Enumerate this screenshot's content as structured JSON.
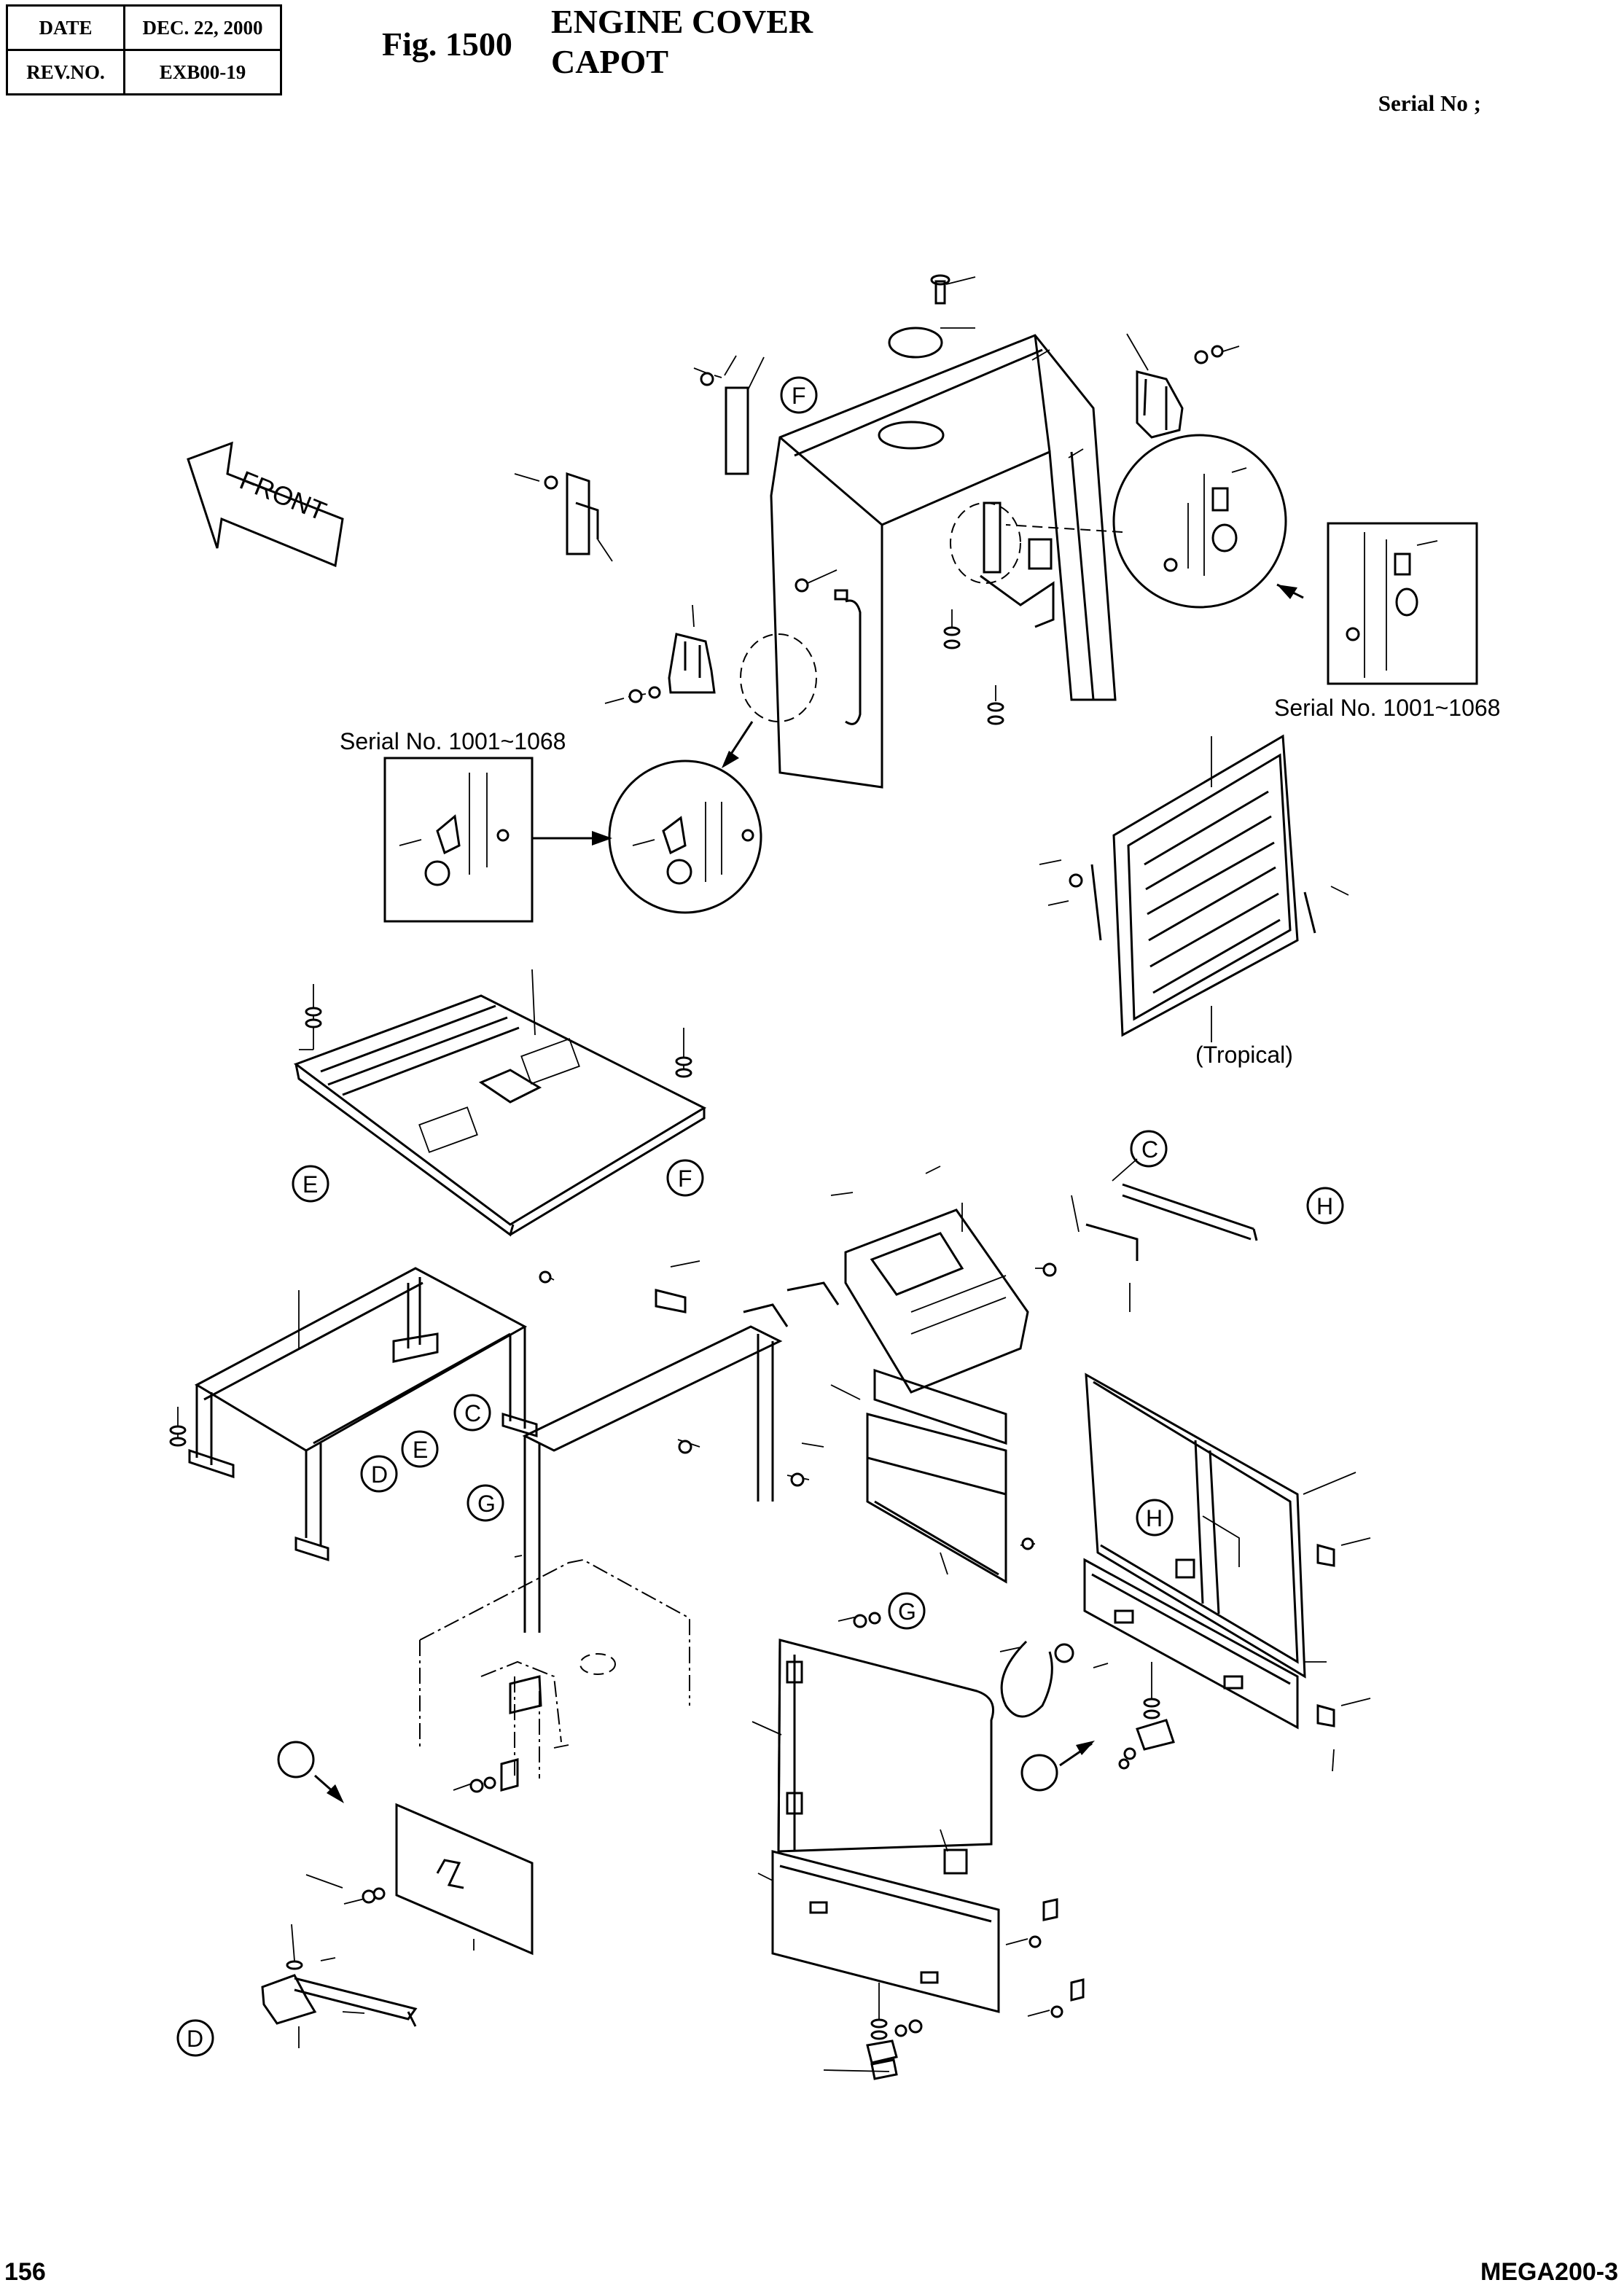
{
  "header": {
    "date_label": "DATE",
    "date_value": "DEC. 22, 2000",
    "rev_label": "REV.NO.",
    "rev_value": "EXB00-19"
  },
  "figure": {
    "number": "Fig. 1500",
    "title_line1": "ENGINE COVER",
    "title_line2": "CAPOT",
    "serial": "Serial No ;"
  },
  "callouts": {
    "front": "FRONT",
    "serial_left": "Serial No. 1001~1068",
    "serial_right": "Serial No. 1001~1068",
    "tropical": "(Tropical)",
    "markers": [
      "F",
      "E",
      "F",
      "C",
      "H",
      "C",
      "D",
      "E",
      "G",
      "H",
      "G",
      "D"
    ]
  },
  "footer": {
    "page": "156",
    "model": "MEGA200-3"
  }
}
